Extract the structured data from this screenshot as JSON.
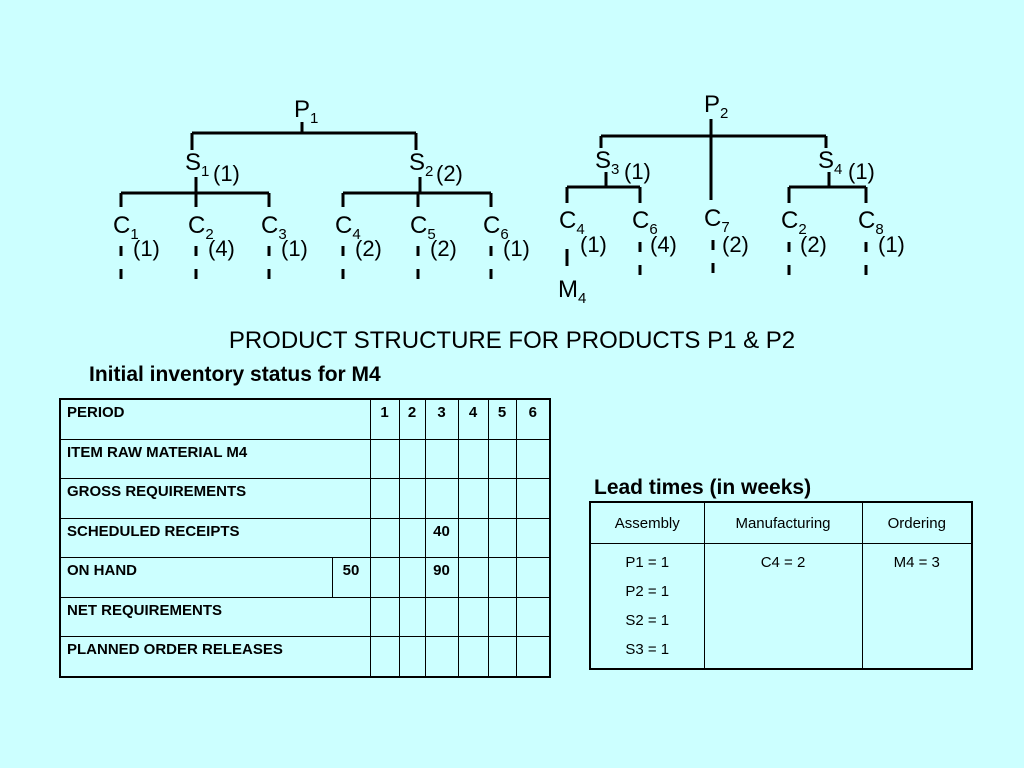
{
  "tree1": {
    "root": {
      "base": "P",
      "sub": "1"
    },
    "level1": [
      {
        "base": "S",
        "sub": "1",
        "qty": "(1)"
      },
      {
        "base": "S",
        "sub": "2",
        "qty": "(2)"
      }
    ],
    "level2": [
      {
        "base": "C",
        "sub": "1",
        "qty": "(1)"
      },
      {
        "base": "C",
        "sub": "2",
        "qty": "(4)"
      },
      {
        "base": "C",
        "sub": "3",
        "qty": "(1)"
      },
      {
        "base": "C",
        "sub": "4",
        "qty": "(2)"
      },
      {
        "base": "C",
        "sub": "5",
        "qty": "(2)"
      },
      {
        "base": "C",
        "sub": "6",
        "qty": "(1)"
      }
    ]
  },
  "tree2": {
    "root": {
      "base": "P",
      "sub": "2"
    },
    "level1": [
      {
        "base": "S",
        "sub": "3",
        "qty": "(1)"
      },
      {
        "base": "C",
        "sub": "7",
        "qty": "(2)"
      },
      {
        "base": "S",
        "sub": "4",
        "qty": "(1)"
      }
    ],
    "level2": [
      {
        "base": "C",
        "sub": "4",
        "qty": "(1)"
      },
      {
        "base": "C",
        "sub": "6",
        "qty": "(4)"
      },
      {
        "base": "C",
        "sub": "2",
        "qty": "(2)"
      },
      {
        "base": "C",
        "sub": "8",
        "qty": "(1)"
      }
    ],
    "level3": {
      "base": "M",
      "sub": "4"
    }
  },
  "caption": "PRODUCT STRUCTURE FOR PRODUCTS P1 & P2",
  "inventory": {
    "title": "Initial inventory status for M4",
    "period_label": "PERIOD",
    "periods": [
      "1",
      "2",
      "3",
      "4",
      "5",
      "6"
    ],
    "rows": [
      {
        "label": "ITEM RAW MATERIAL M4",
        "initial": "",
        "values": [
          "",
          "",
          "",
          "",
          "",
          ""
        ]
      },
      {
        "label": "GROSS REQUIREMENTS",
        "initial": "",
        "values": [
          "",
          "",
          "",
          "",
          "",
          ""
        ]
      },
      {
        "label": "SCHEDULED RECEIPTS",
        "initial": "",
        "values": [
          "",
          "",
          "40",
          "",
          "",
          ""
        ]
      },
      {
        "label": "ON HAND",
        "initial": "50",
        "values": [
          "",
          "",
          "90",
          "",
          "",
          ""
        ]
      },
      {
        "label": "NET REQUIREMENTS",
        "initial": "",
        "values": [
          "",
          "",
          "",
          "",
          "",
          ""
        ]
      },
      {
        "label": "PLANNED ORDER RELEASES",
        "initial": "",
        "values": [
          "",
          "",
          "",
          "",
          "",
          ""
        ]
      }
    ]
  },
  "lead_times": {
    "title": "Lead times (in weeks)",
    "headers": [
      "Assembly",
      "Manufacturing",
      "Ordering"
    ],
    "assembly": [
      "P1 = 1",
      "P2 = 1",
      "S2 = 1",
      "S3 = 1"
    ],
    "manufacturing": [
      "C4 = 2"
    ],
    "ordering": [
      "M4 = 3"
    ]
  }
}
